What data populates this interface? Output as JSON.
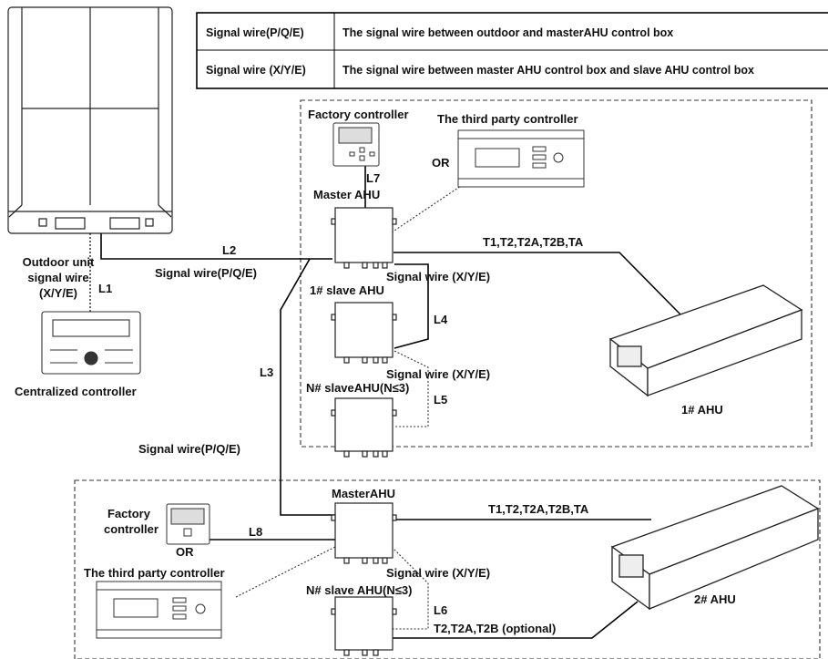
{
  "legend_table": {
    "rows": [
      {
        "key": "Signal wire(P/Q/E)",
        "desc": "The signal wire between outdoor and masterAHU control box"
      },
      {
        "key": "Signal wire (X/Y/E)",
        "desc": "The signal wire between master AHU control box and slave AHU control box"
      }
    ]
  },
  "labels": {
    "outdoor_unit_signal_wire": [
      "Outdoor unit",
      "signal wire",
      "(X/Y/E)"
    ],
    "l1": "L1",
    "l2": "L2",
    "l3": "L3",
    "l4": "L4",
    "l5": "L5",
    "l6": "L6",
    "l7": "L7",
    "l8": "L8",
    "signal_pqe_top": "Signal wire(P/Q/E)",
    "signal_pqe_mid": "Signal wire(P/Q/E)",
    "centralized_controller": "Centralized controller",
    "factory_controller_top": "Factory controller",
    "third_party_top": "The third party controller",
    "or_top": "OR",
    "master_ahu_top": "Master  AHU",
    "signal_xye_1": "Signal wire  (X/Y/E)",
    "slave1_ahu": "1# slave   AHU",
    "signal_xye_2": "Signal wire  (X/Y/E)",
    "nslave_top": "N# slaveAHU(N≤3)",
    "sensors_top": "T1,T2,T2A,T2B,TA",
    "ahu1": "1# AHU",
    "master_ahu_bottom": "MasterAHU",
    "factory_controller_bottom": [
      "Factory",
      "controller"
    ],
    "or_bottom": "OR",
    "third_party_bottom": "The third party controller",
    "signal_xye_3": "Signal wire  (X/Y/E)",
    "nslave_bottom": "N# slave AHU(N≤3)",
    "sensors_bottom": "T1,T2,T2A,T2B,TA",
    "sensors_optional": "T2,T2A,T2B (optional)",
    "ahu2": "2# AHU"
  }
}
